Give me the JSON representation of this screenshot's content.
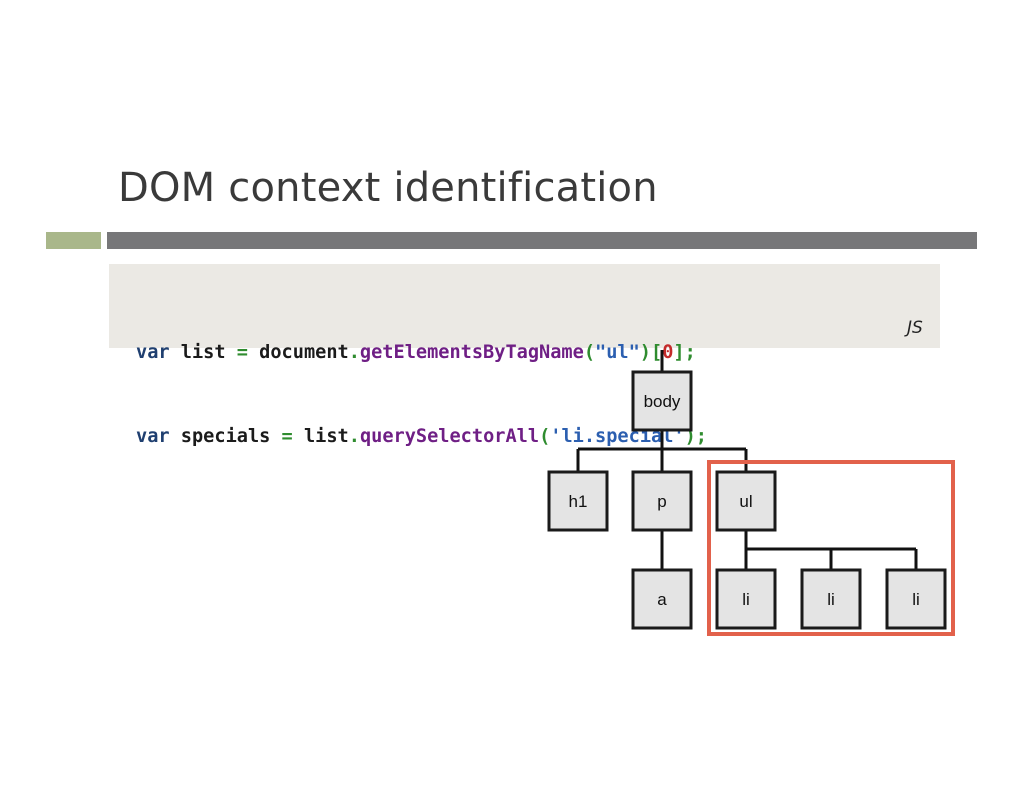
{
  "slide": {
    "title": "DOM context identification"
  },
  "code": {
    "line1": [
      {
        "t": "var",
        "c": "kw"
      },
      {
        "t": " list ",
        "c": "plain"
      },
      {
        "t": "=",
        "c": "op"
      },
      {
        "t": " document",
        "c": "plain"
      },
      {
        "t": ".",
        "c": "op"
      },
      {
        "t": "getElementsByTagName",
        "c": "fn"
      },
      {
        "t": "(",
        "c": "op"
      },
      {
        "t": "\"ul\"",
        "c": "str"
      },
      {
        "t": ")[",
        "c": "op"
      },
      {
        "t": "0",
        "c": "num"
      },
      {
        "t": "];",
        "c": "op"
      }
    ],
    "line2": [
      {
        "t": "var",
        "c": "kw"
      },
      {
        "t": " specials ",
        "c": "plain"
      },
      {
        "t": "=",
        "c": "op"
      },
      {
        "t": " list",
        "c": "plain"
      },
      {
        "t": ".",
        "c": "op"
      },
      {
        "t": "querySelectorAll",
        "c": "fn"
      },
      {
        "t": "(",
        "c": "op"
      },
      {
        "t": "'li.special'",
        "c": "str"
      },
      {
        "t": ");",
        "c": "op"
      }
    ],
    "language": "JS"
  },
  "tree": {
    "nodes": {
      "body": "body",
      "h1": "h1",
      "p": "p",
      "ul": "ul",
      "a": "a",
      "li1": "li",
      "li2": "li",
      "li3": "li"
    },
    "highlight_color": "#e2614b"
  }
}
